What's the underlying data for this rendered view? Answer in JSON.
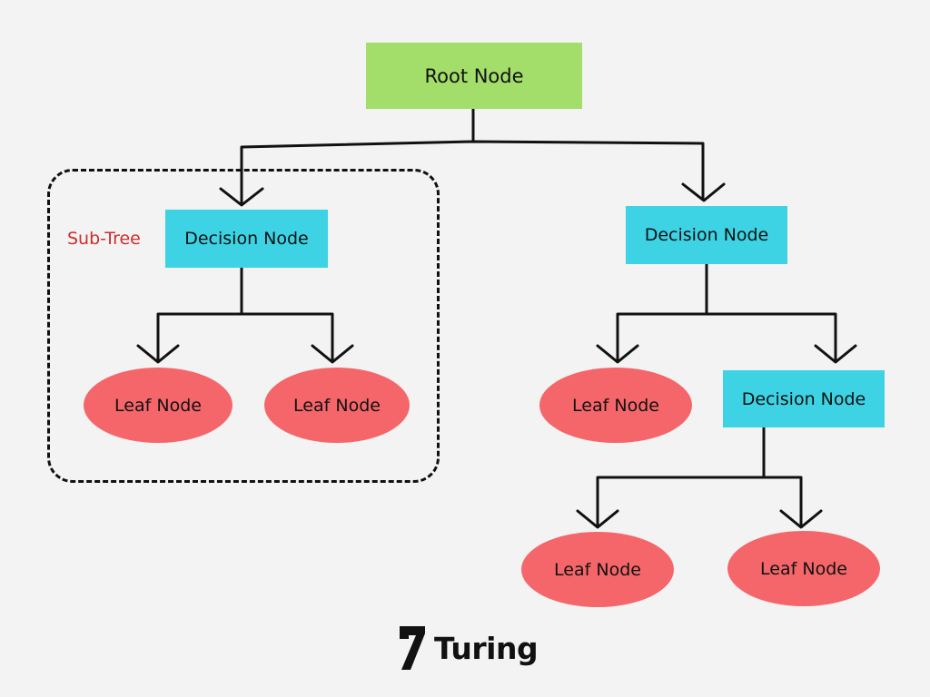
{
  "nodes": {
    "root": {
      "label": "Root Node",
      "color": "#a3dd6a"
    },
    "left_decision": {
      "label": "Decision Node",
      "color": "#3dd3e5"
    },
    "right_decision": {
      "label": "Decision Node",
      "color": "#3dd3e5"
    },
    "lower_decision": {
      "label": "Decision Node",
      "color": "#3dd3e5"
    },
    "leaf_1": {
      "label": "Leaf Node",
      "color": "#f4666a"
    },
    "leaf_2": {
      "label": "Leaf Node",
      "color": "#f4666a"
    },
    "leaf_3": {
      "label": "Leaf Node",
      "color": "#f4666a"
    },
    "leaf_4": {
      "label": "Leaf Node",
      "color": "#f4666a"
    },
    "leaf_5": {
      "label": "Leaf Node",
      "color": "#f4666a"
    }
  },
  "subtree": {
    "label": "Sub-Tree",
    "label_color": "#d12c2c"
  },
  "brand": {
    "name": "Turing",
    "icon": "turing-logo-icon"
  },
  "colors": {
    "background": "#f3f3f3",
    "line": "#111111"
  }
}
